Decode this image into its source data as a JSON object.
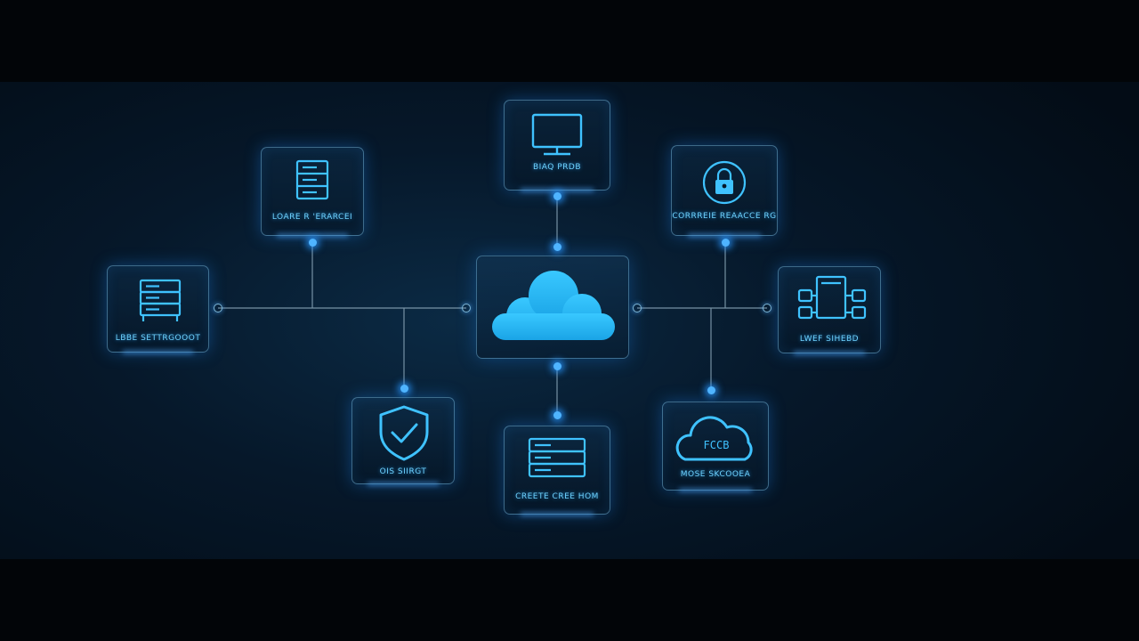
{
  "diagram": {
    "colors": {
      "background": "#020508",
      "panel": "#06182a",
      "accent": "#3fc2ff",
      "glow": "#1e8cff",
      "wire": "#8aa6b8",
      "label": "#6fd3ff"
    },
    "hub": {
      "icon": "cloud-icon"
    },
    "nodes": [
      {
        "id": "monitor",
        "icon": "monitor-icon",
        "label": "BIAQ PRDB"
      },
      {
        "id": "server-top-left",
        "icon": "server-rack-icon",
        "label": "LOARE R 'ERARCEI"
      },
      {
        "id": "lock",
        "icon": "lock-icon",
        "label": "CORRREIE REAACCE RG"
      },
      {
        "id": "server-left",
        "icon": "server-rack-icon",
        "label": "LBBE SETTRGOOOT"
      },
      {
        "id": "network",
        "icon": "network-icon",
        "label": "LWEF SIHEBD"
      },
      {
        "id": "shield",
        "icon": "shield-check-icon",
        "label": "OIS SIIRGT"
      },
      {
        "id": "database",
        "icon": "database-icon",
        "label": "CREETE CREE HOM"
      },
      {
        "id": "cloud-storage",
        "icon": "cloud-storage-icon",
        "label": "MOSE SKCOOEA",
        "icon_text": "FCCB"
      }
    ]
  }
}
